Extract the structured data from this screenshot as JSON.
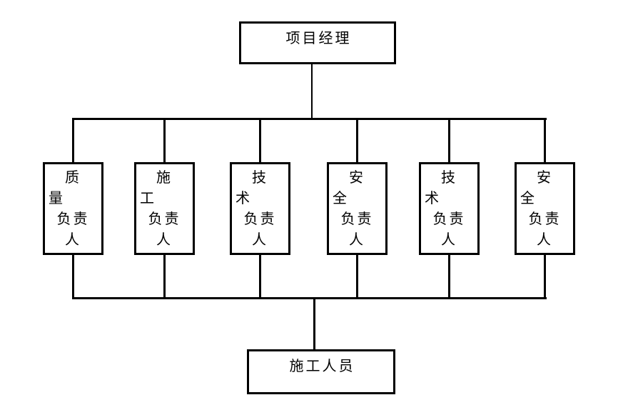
{
  "diagram": {
    "top": {
      "label": "项目经理"
    },
    "middle": [
      {
        "label": "质量负责人",
        "lines": [
          "质",
          "量",
          "负责",
          "人"
        ]
      },
      {
        "label": "施工负责人",
        "lines": [
          "施",
          "工",
          "负责",
          "人"
        ]
      },
      {
        "label": "技术负责人",
        "lines": [
          "技",
          "术",
          "负责",
          "人"
        ]
      },
      {
        "label": "安全负责人",
        "lines": [
          "安",
          "全",
          "负责",
          "人"
        ]
      },
      {
        "label": "技术负责人",
        "lines": [
          "技",
          "术",
          "负责",
          "人"
        ]
      },
      {
        "label": "安全负责人",
        "lines": [
          "安",
          "全",
          "负责",
          "人"
        ]
      }
    ],
    "bottom": {
      "label": "施工人员"
    }
  },
  "colors": {
    "line": "#000000",
    "background": "#ffffff"
  }
}
